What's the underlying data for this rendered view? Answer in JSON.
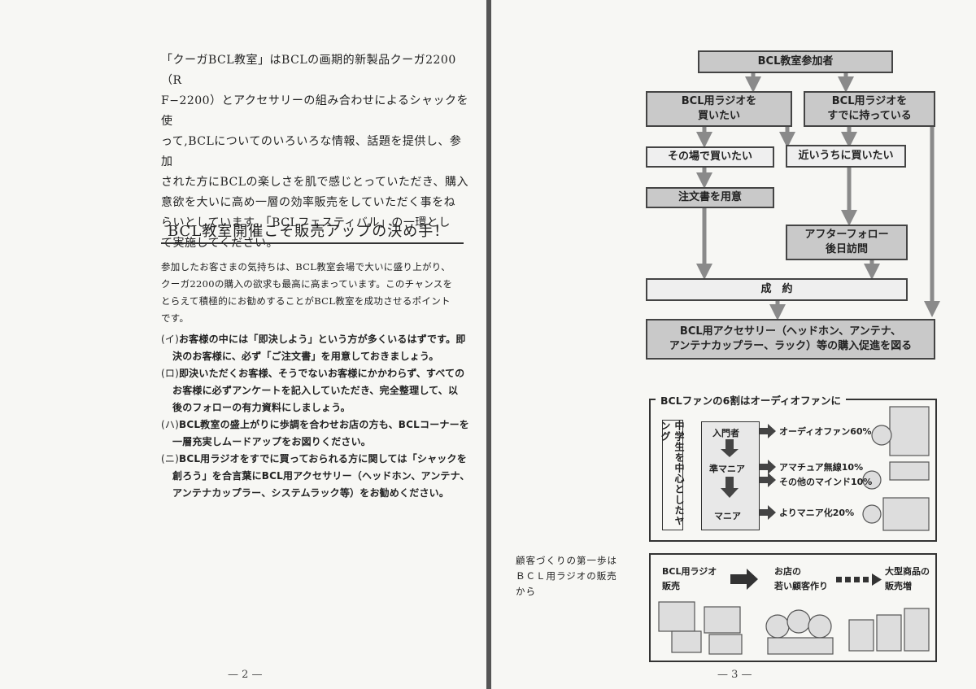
{
  "left_page": {
    "intro_lines": [
      "「クーガBCL教室」はBCLの画期的新製品クーガ2200（R",
      "F−2200）とアクセサリーの組み合わせによるシャックを使",
      "って,BCLについてのいろいろな情報、話題を提供し、参加",
      "された方にBCLの楽しさを肌で感じとっていただき、購入",
      "意欲を大いに高め一層の効率販売をしていただく事をね",
      "らいとしています。「BCLフェスティバル」の一環とし",
      "て実施してください。"
    ],
    "heading": "BCL教室開催こそ販売アップの決め手！",
    "body_lines": [
      "参加したお客さまの気持ちは、BCL教室会場で大いに盛り上がり、",
      "クーガ2200の購入の欲求も最高に高まっています。このチャンスを",
      "とらえて積極的にお勧めすることがBCL教室を成功させるポイント",
      "です。"
    ],
    "items": [
      {
        "mark": "(イ)",
        "lines": [
          "お客様の中には「即決しよう」という方が多くいるはずです。即",
          "決のお客様に、必ず「ご注文書」を用意しておきましょう。"
        ]
      },
      {
        "mark": "(ロ)",
        "lines": [
          "即決いただくお客様、そうでないお客様にかかわらず、すべての",
          "お客様に必ずアンケートを記入していただき、完全整理して、以",
          "後のフォローの有力資料にしましょう。"
        ]
      },
      {
        "mark": "(ハ)",
        "lines": [
          "BCL教室の盛上がりに歩調を合わせお店の方も、BCLコーナーを",
          "一層充実しムードアップをお図りください。"
        ]
      },
      {
        "mark": "(ニ)",
        "lines": [
          "BCL用ラジオをすでに買っておられる方に関しては「シャックを",
          "創ろう」を合言葉にBCL用アクセサリー（ヘッドホン、アンテナ、",
          "アンテナカップラー、システムラック等）をお勧めください。"
        ]
      }
    ],
    "page_number": "— 2 —"
  },
  "right_page": {
    "flow": {
      "participants": "BCL教室参加者",
      "want_buy": [
        "BCL用ラジオを",
        "買いたい"
      ],
      "already_have": [
        "BCL用ラジオを",
        "すでに持っている"
      ],
      "buy_now": "その場で買いたい",
      "buy_soon": "近いうちに買いたい",
      "order_form": "注文書を用意",
      "after_follow": [
        "アフターフォロー",
        "後日訪問"
      ],
      "contract": "成　約",
      "accessory_promo": [
        "BCL用アクセサリー（ヘッドホン、アンテナ、",
        "アンテナカップラー、ラック）等の購入促進を図る"
      ]
    },
    "fan_box": {
      "title": "BCLファンの6割はオーディオファンに",
      "vertical_label": "中学生を中心としたヤング",
      "stages": [
        "入門者",
        "準マニア",
        "マニア"
      ],
      "outcomes": [
        "オーディオファン60%",
        "アマチュア無線10%",
        "その他のマインド10%",
        "よりマニア化20%"
      ]
    },
    "side_note_lines": [
      "顧客づくりの第一歩は",
      "ＢＣＬ用ラジオの販売",
      "から"
    ],
    "steps_box": {
      "step1": [
        "BCL用ラジオ",
        "販売"
      ],
      "step2": [
        "お店の",
        "若い顧客作り"
      ],
      "step3": [
        "大型商品の",
        "販売増"
      ]
    },
    "page_number": "— 3 —"
  },
  "colors": {
    "paper": "#f7f7f4",
    "box_fill": "#c9c9c9",
    "arrow": "#8a8a8a",
    "ink": "#222222"
  }
}
